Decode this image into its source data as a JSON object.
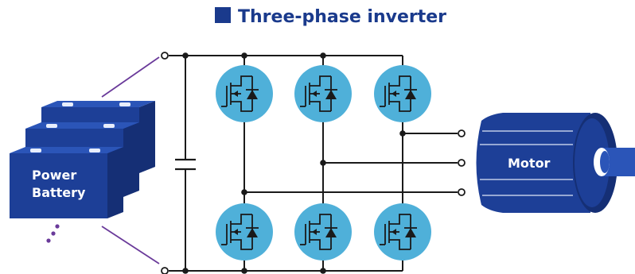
{
  "title": "Three-phase inverter",
  "battery": {
    "label_line1": "Power",
    "label_line2": "Battery"
  },
  "motor": {
    "label": "Motor"
  },
  "colors": {
    "title": "#1a3a8c",
    "wire": "#1a1a1a",
    "switch_fill": "#4fb0d9",
    "battery_front": "#1d3f97",
    "battery_top": "#2b55b8",
    "battery_side": "#152f75",
    "motor_body": "#1d3f97",
    "motor_dark": "#152f75",
    "leader_line": "#6a3a9a",
    "text_light": "#ffffff"
  }
}
